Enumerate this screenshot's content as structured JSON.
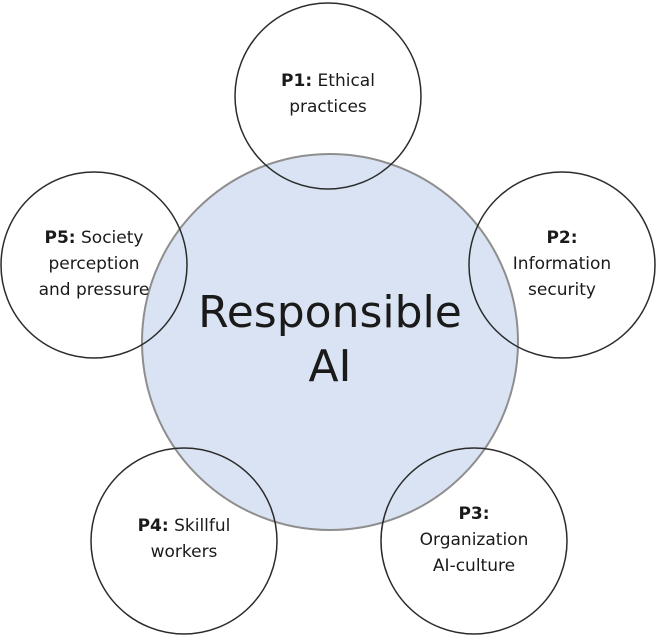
{
  "center": {
    "line1": "Responsible",
    "line2": "AI"
  },
  "pillars": [
    {
      "id": "p1",
      "code": "P1:",
      "lines": [
        "Ethical",
        "practices"
      ]
    },
    {
      "id": "p2",
      "code": "P2:",
      "lines": [
        "Information",
        "security"
      ]
    },
    {
      "id": "p3",
      "code": "P3:",
      "lines": [
        "Organization",
        "AI-culture"
      ]
    },
    {
      "id": "p4",
      "code": "P4:",
      "lines": [
        "Skillful",
        "workers"
      ]
    },
    {
      "id": "p5",
      "code": "P5:",
      "lines": [
        "Society",
        "perception",
        "and pressure"
      ]
    }
  ],
  "colors": {
    "center_fill": "#d9e3f3",
    "center_stroke": "#8e8e8e",
    "outer_stroke": "#2b2b2b",
    "text": "#1a1a1a"
  }
}
